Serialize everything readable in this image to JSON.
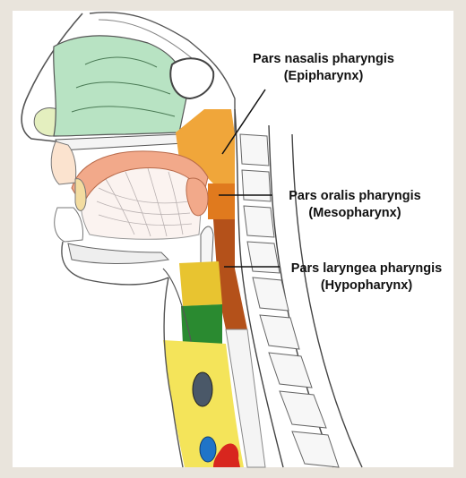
{
  "labels": {
    "nasopharynx": {
      "line1": "Pars nasalis pharyngis",
      "line2": "(Epipharynx)"
    },
    "oropharynx": {
      "line1": "Pars oralis pharyngis",
      "line2": "(Mesopharynx)"
    },
    "laryngopharynx": {
      "line1": "Pars laryngea pharyngis",
      "line2": "(Hypopharynx)"
    }
  },
  "colors": {
    "background": "#e9e4dc",
    "paper": "#ffffff",
    "nasal_cavity": "#b8e3c3",
    "nasopharynx": "#f0a63a",
    "oropharynx": "#e07a1e",
    "laryngopharynx": "#b4511a",
    "soft_palate": "#f2a98a",
    "larynx": "#e8c430",
    "vocal_region": "#2a8a30",
    "trachea": "#f4e45a",
    "thyroid": "#4a5868",
    "vein": "#1f74c8",
    "artery": "#d8261e",
    "leader_line": "#111111"
  }
}
